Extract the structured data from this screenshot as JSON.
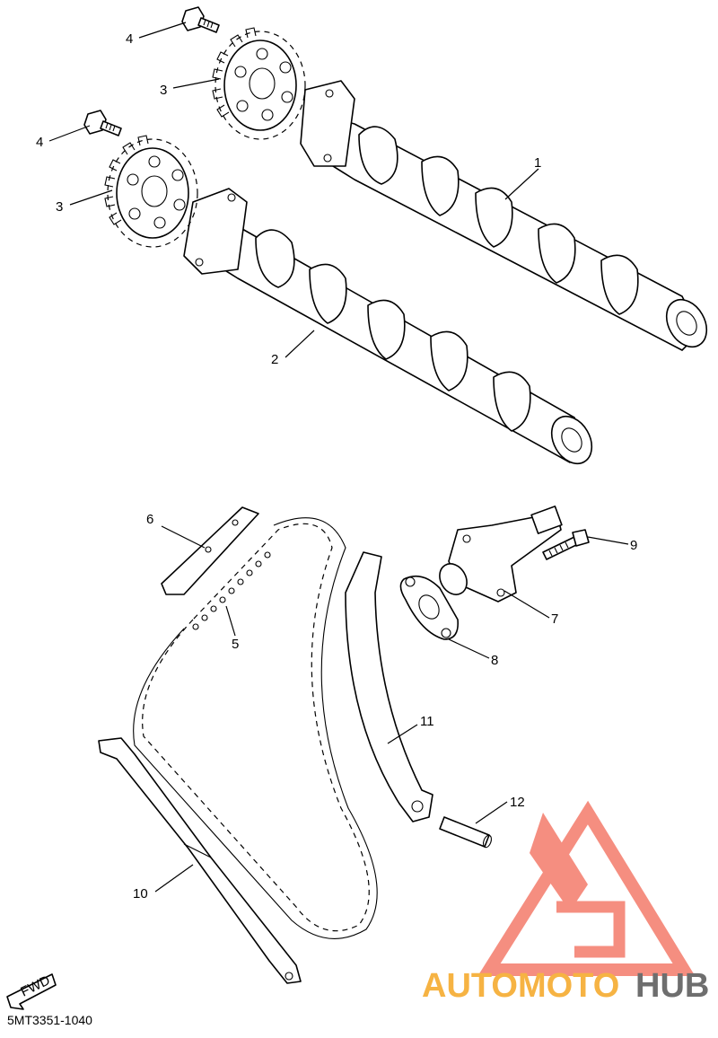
{
  "callouts": [
    {
      "id": "1",
      "label": "1"
    },
    {
      "id": "2",
      "label": "2"
    },
    {
      "id": "3a",
      "label": "3"
    },
    {
      "id": "3b",
      "label": "3"
    },
    {
      "id": "4a",
      "label": "4"
    },
    {
      "id": "4b",
      "label": "4"
    },
    {
      "id": "5",
      "label": "5"
    },
    {
      "id": "6",
      "label": "6"
    },
    {
      "id": "7",
      "label": "7"
    },
    {
      "id": "8",
      "label": "8"
    },
    {
      "id": "9",
      "label": "9"
    },
    {
      "id": "10",
      "label": "10"
    },
    {
      "id": "11",
      "label": "11"
    },
    {
      "id": "12",
      "label": "12"
    }
  ],
  "fwd_badge": {
    "label": "FWD"
  },
  "reference_code": "5MT3351-1040",
  "watermark": {
    "word_part1": "AUTOMOTO",
    "word_part2": "HUB",
    "color_accent": "#f47b6b",
    "color_orange": "#f5a623",
    "color_gray": "#555555"
  }
}
